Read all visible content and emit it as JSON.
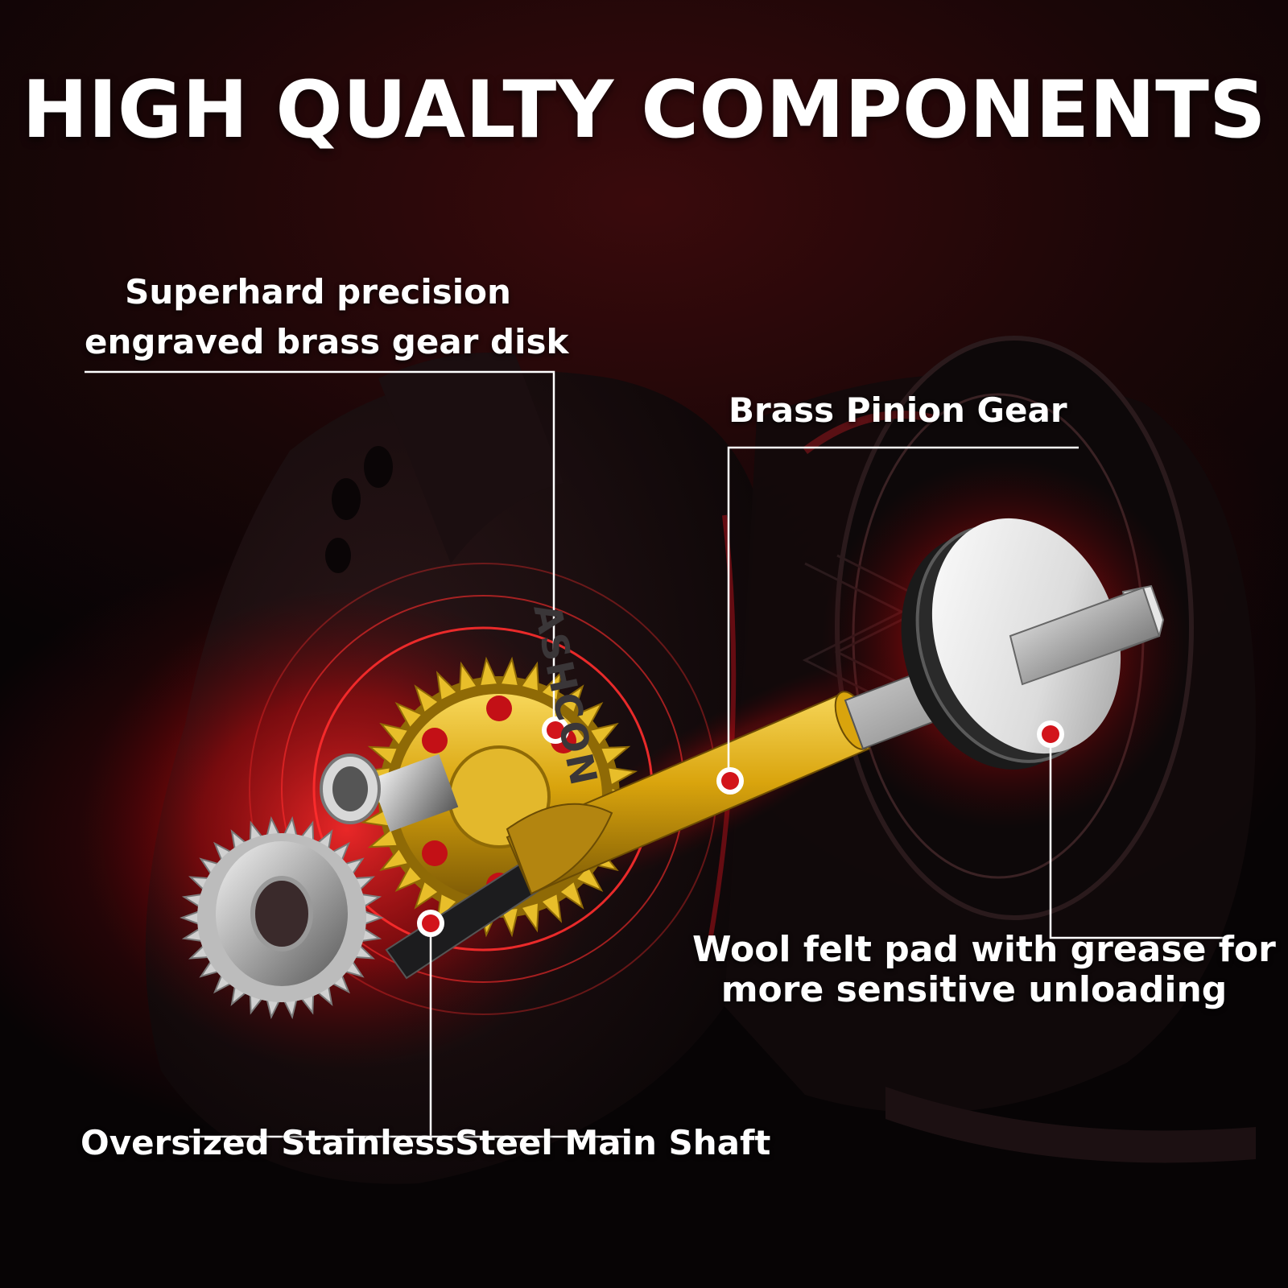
{
  "title": "HIGH QUALTY COMPONENTS",
  "callouts": {
    "gear_disk": {
      "line1": "Superhard precision",
      "line2": "engraved brass gear disk"
    },
    "pinion": {
      "label": "Brass Pinion Gear"
    },
    "felt_pad": {
      "line1": "Wool felt pad with grease for",
      "line2": "more sensitive unloading"
    },
    "main_shaft": {
      "label": "Oversized StainlessSteel Main Shaft"
    }
  },
  "brand_mark": "ASHCON",
  "colors": {
    "accent_red": "#e0141c",
    "brass": "#d4a20c",
    "text": "#ffffff",
    "background": "#14080a"
  }
}
